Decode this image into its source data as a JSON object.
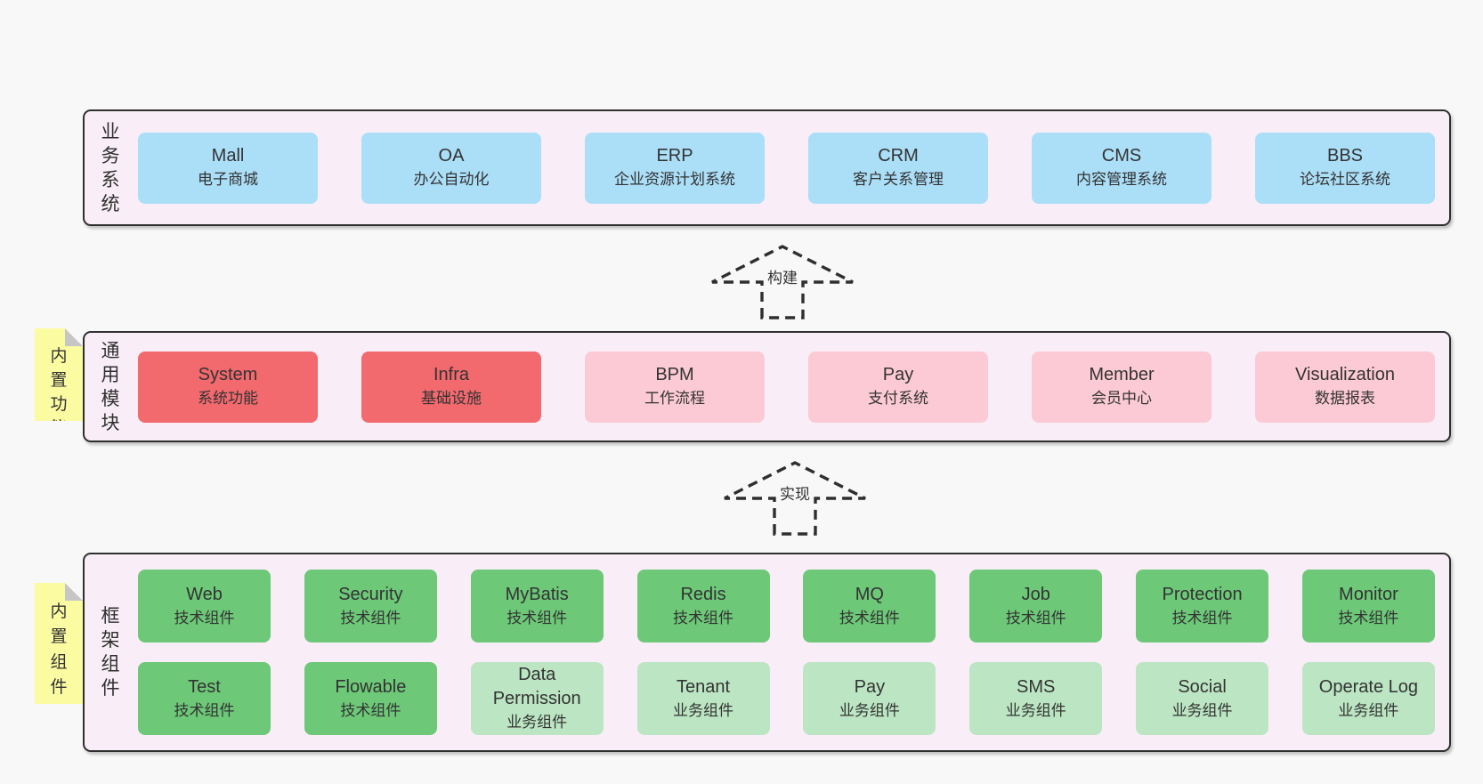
{
  "colors": {
    "page_bg": "#f8f8f8",
    "band_bg": "#f9eef7",
    "border": "#2f2f2f",
    "text": "#333333",
    "blue": "#abdef7",
    "red": "#f2696e",
    "pink": "#fccad4",
    "green": "#6dc878",
    "lightgreen": "#bce6c3",
    "note_bg": "#fbfba2",
    "fold": "#c6c6c6"
  },
  "arrows": [
    {
      "label": "构建"
    },
    {
      "label": "实现"
    }
  ],
  "bands": [
    {
      "id": "business-systems",
      "label": "业务系统",
      "note": null,
      "rows": [
        [
          {
            "title": "Mall",
            "subtitle": "电子商城",
            "variant": "blue"
          },
          {
            "title": "OA",
            "subtitle": "办公自动化",
            "variant": "blue"
          },
          {
            "title": "ERP",
            "subtitle": "企业资源计划系统",
            "variant": "blue"
          },
          {
            "title": "CRM",
            "subtitle": "客户关系管理",
            "variant": "blue"
          },
          {
            "title": "CMS",
            "subtitle": "内容管理系统",
            "variant": "blue"
          },
          {
            "title": "BBS",
            "subtitle": "论坛社区系统",
            "variant": "blue"
          }
        ]
      ]
    },
    {
      "id": "common-modules",
      "label": "通用模块",
      "note": "内置功能",
      "rows": [
        [
          {
            "title": "System",
            "subtitle": "系统功能",
            "variant": "red"
          },
          {
            "title": "Infra",
            "subtitle": "基础设施",
            "variant": "red"
          },
          {
            "title": "BPM",
            "subtitle": "工作流程",
            "variant": "pink"
          },
          {
            "title": "Pay",
            "subtitle": "支付系统",
            "variant": "pink"
          },
          {
            "title": "Member",
            "subtitle": "会员中心",
            "variant": "pink"
          },
          {
            "title": "Visualization",
            "subtitle": "数据报表",
            "variant": "pink"
          }
        ]
      ]
    },
    {
      "id": "framework-components",
      "label": "框架组件",
      "note": "内置组件",
      "rows": [
        [
          {
            "title": "Web",
            "subtitle": "技术组件",
            "variant": "green"
          },
          {
            "title": "Security",
            "subtitle": "技术组件",
            "variant": "green"
          },
          {
            "title": "MyBatis",
            "subtitle": "技术组件",
            "variant": "green"
          },
          {
            "title": "Redis",
            "subtitle": "技术组件",
            "variant": "green"
          },
          {
            "title": "MQ",
            "subtitle": "技术组件",
            "variant": "green"
          },
          {
            "title": "Job",
            "subtitle": "技术组件",
            "variant": "green"
          },
          {
            "title": "Protection",
            "subtitle": "技术组件",
            "variant": "green"
          },
          {
            "title": "Monitor",
            "subtitle": "技术组件",
            "variant": "green"
          }
        ],
        [
          {
            "title": "Test",
            "subtitle": "技术组件",
            "variant": "green"
          },
          {
            "title": "Flowable",
            "subtitle": "技术组件",
            "variant": "green"
          },
          {
            "title": "Data Permission",
            "subtitle": "业务组件",
            "variant": "lightgreen"
          },
          {
            "title": "Tenant",
            "subtitle": "业务组件",
            "variant": "lightgreen"
          },
          {
            "title": "Pay",
            "subtitle": "业务组件",
            "variant": "lightgreen"
          },
          {
            "title": "SMS",
            "subtitle": "业务组件",
            "variant": "lightgreen"
          },
          {
            "title": "Social",
            "subtitle": "业务组件",
            "variant": "lightgreen"
          },
          {
            "title": "Operate Log",
            "subtitle": "业务组件",
            "variant": "lightgreen"
          }
        ]
      ]
    }
  ]
}
